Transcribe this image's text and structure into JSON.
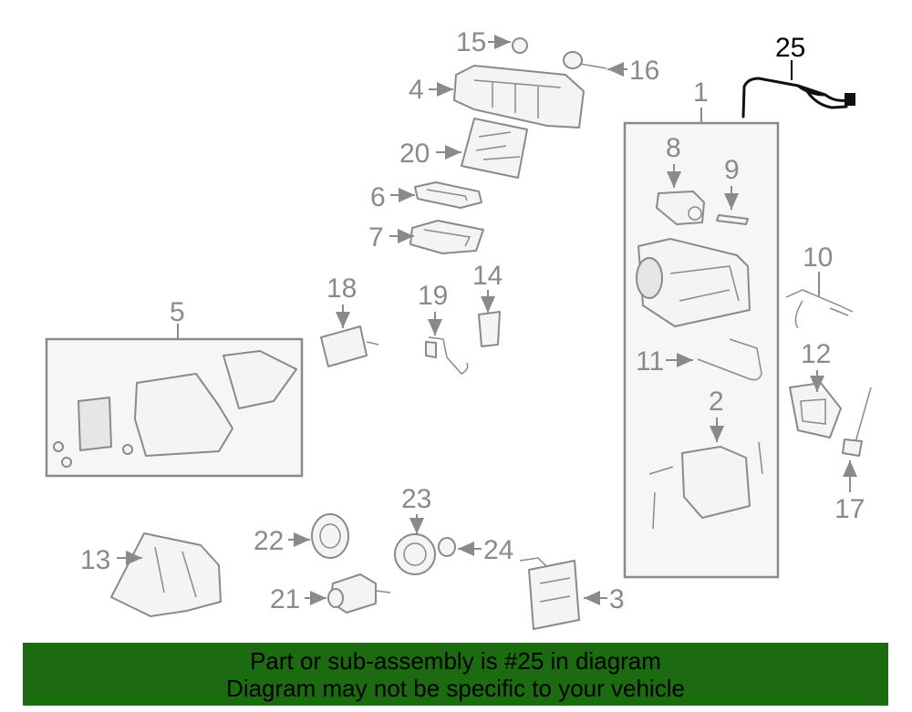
{
  "callouts": {
    "c1": "1",
    "c2": "2",
    "c3": "3",
    "c4": "4",
    "c5": "5",
    "c6": "6",
    "c7": "7",
    "c8": "8",
    "c9": "9",
    "c10": "10",
    "c11": "11",
    "c12": "12",
    "c13": "13",
    "c14": "14",
    "c15": "15",
    "c16": "16",
    "c17": "17",
    "c18": "18",
    "c19": "19",
    "c20": "20",
    "c21": "21",
    "c22": "22",
    "c23": "23",
    "c24": "24",
    "c25": "25"
  },
  "highlighted_part": "25",
  "colors": {
    "banner_background": "#1c6b10",
    "line": "#8a8a8a",
    "highlight": "#000000"
  },
  "banner": {
    "line1": "Part or sub-assembly is #25 in diagram",
    "line2": "Diagram may not be specific to your vehicle"
  }
}
